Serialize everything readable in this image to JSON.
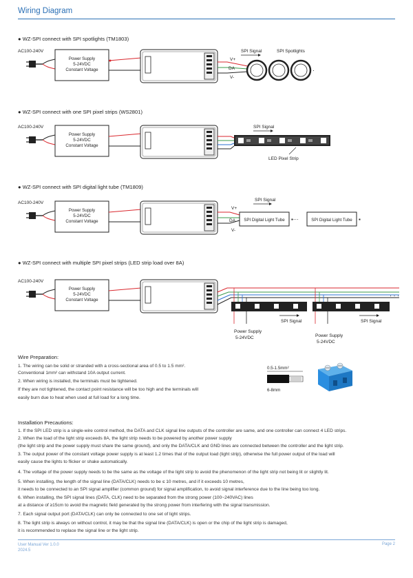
{
  "title": "Wiring Diagram",
  "sections": [
    "WZ-SPI connect with SPI spotlights (TM1803)",
    "WZ-SPI connect with one SPI pixel strips (WS2801)",
    "WZ-SPI connect with SPI digital light tube (TM1809)",
    "WZ-SPI connect with multiple SPI pixel strips (LED strip load over 8A)"
  ],
  "diagram": {
    "ac_label": "AC100-240V",
    "psu_line1": "Power Supply",
    "psu_line2": "5-24VDC",
    "psu_line3": "Constant Voltage",
    "d1_spi_signal": "SPI Signal",
    "d1_spotlights": "SPI Spotlights",
    "v_plus": "V+",
    "v_minus": "V-",
    "da": "DA",
    "d2_spi_signal": "SPI Signal",
    "d2_strip": "LED Pixel Strip",
    "d3_spi_signal": "SPI Signal",
    "d3_tube1": "SPI Digital Light Tube",
    "d3_tube2": "SPI Digital Light Tube",
    "d4_spi_signal_1": "SPI Signal",
    "d4_spi_signal_2": "SPI Signal",
    "d4_psu1_line1": "Power Supply",
    "d4_psu1_line2": "5-24VDC",
    "d4_psu2_line1": "Power Supply",
    "d4_psu2_line2": "5-24VDC"
  },
  "wire_prep": {
    "title": "Wire Preparation:",
    "lines": [
      "1. The wiring can be solid or stranded with a cross-sectional area of 0.5 to 1.5 mm².",
      "    Conventional 1mm² can withstand 10A output current.",
      "2. When wiring is installed, the terminals must be tightened.",
      "    If they are not tightened, the contact point resistance will be too high and the terminals will",
      "    easily burn due to heat when used at full load for a long time."
    ],
    "gauge_label": "0.5-1.5mm²",
    "strip_label": "6-8mm"
  },
  "install": {
    "title": "Installation Precautions:",
    "lines": [
      "1. If the SPI LED strip is a single-wire control method, the DATA and CLK signal line outputs of the controller are same, and one controller can connect 4 LED strips.",
      "2. When the load of the light strip exceeds 8A, the light strip needs to be powered by another power supply",
      "    (the light strip and the power supply must share the same ground), and only the DATA/CLK and GND lines are connected between the controller and the light strip.",
      "3. The output power of the constant voltage power supply is at least 1.2 times that of the output load (light strip), otherwise the full power output of the load will",
      "    easily cause the lights to flicker or shake automatically.",
      "4. The voltage of the power supply needs to be the same as the voltage of the light strip to avoid the phenomenon of the light strip not being lit or slightly lit.",
      "5. When installing, the length of the signal line (DATA/CLK) needs to be ≤ 10 metres, and if it exceeds 10 metres,",
      "    it needs to be connected to an SPI signal amplifier (common ground) for signal amplification, to avoid signal interference due to the line being too long.",
      "6. When installing, the SPI signal lines (DATA, CLK) need to be separated from the strong power (100~240VAC) lines",
      "    at a distance of ≥15cm to avoid the magnetic field generated by the strong power from interfering with the signal transmission.",
      "7. Each signal output port (DATA/CLK) can only be connected to one set of light strips.",
      "8. The light strip is always on without control, it may be that the signal line (DATA/CLK) is open or the chip of the light strip is damaged,",
      "    it is recommended to replace the signal line or the light strip."
    ]
  },
  "footer": {
    "manual": "User Manual Ver 1.0.0",
    "date": "2024.5",
    "page": "Page 2"
  },
  "colors": {
    "accent": "#2a6fb5",
    "wire_red": "#d9262c",
    "wire_green": "#3a9a4a",
    "wire_blue": "#2a6fd0",
    "terminal_blue": "#2a8ee0"
  }
}
